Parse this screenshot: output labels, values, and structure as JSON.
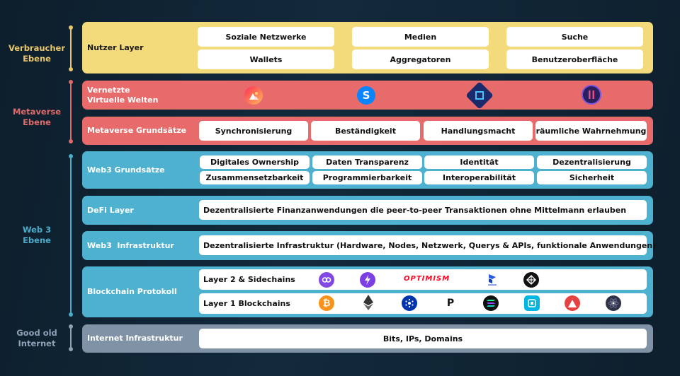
{
  "sidebar": {
    "consumer": "Verbraucher\nEbene",
    "metaverse": "Metaverse\nEbene",
    "web3": "Web 3\nEbene",
    "goodold": "Good old\nInternet"
  },
  "colors": {
    "yellow": "#f3da7a",
    "salmon": "#e76b6b",
    "blue": "#4eb1d0",
    "gray": "#8092a6",
    "consumer_label": "#e8c869",
    "metaverse_label": "#de6a6a",
    "web3_label": "#4aacca",
    "goodold_label": "#8ea1b6"
  },
  "user_layer": {
    "title": "Nutzer Layer",
    "items": [
      "Soziale Netzwerke",
      "Medien",
      "Suche",
      "Wallets",
      "Aggregatoren",
      "Benutzeroberfläche"
    ]
  },
  "virtual_worlds": {
    "title": "Vernetzte\nVirtuelle Welten",
    "icons": [
      "decentraland-icon",
      "sandbox-icon",
      "cryptovoxels-icon",
      "illuvium-icon"
    ]
  },
  "metaverse_principles": {
    "title": "Metaverse Grundsätze",
    "items": [
      "Synchronisierung",
      "Beständigkeit",
      "Handlungsmacht",
      "räumliche Wahrnehmung"
    ]
  },
  "web3_principles": {
    "title": "Web3 Grundsätze",
    "items": [
      "Digitales Ownership",
      "Daten Transparenz",
      "Identität",
      "Dezentralisierung",
      "Zusammensetzbarkeit",
      "Programmierbarkeit",
      "Interoperabilität",
      "Sicherheit"
    ]
  },
  "defi": {
    "title": "DeFi Layer",
    "text": "Dezentralisierte Finanzanwendungen die peer-to-peer Transaktionen ohne Mittelmann erlauben"
  },
  "web3_infra": {
    "title": "Web3  Infrastruktur",
    "text": "Dezentralisierte Infrastruktur (Hardware, Nodes, Netzwerk, Querys & APIs, funktionale Anwendungen)"
  },
  "blockchain": {
    "title": "Blockchain Protokoll",
    "layer2": {
      "label": "Layer 2 & Sidechains",
      "logos": [
        "polygon-icon",
        "lightning-icon",
        "optimism-logo",
        "paraswap-icon",
        "loopring-icon"
      ],
      "optimism_text": "OPTIMISM"
    },
    "layer1": {
      "label": "Layer 1 Blockchains",
      "logos": [
        "bitcoin-icon",
        "ethereum-icon",
        "cardano-icon",
        "polkadot-icon",
        "solana-icon",
        "flow-icon",
        "avalanche-icon",
        "cosmos-icon"
      ]
    }
  },
  "internet": {
    "title": "Internet Infrastruktur",
    "text": "Bits, IPs, Domains"
  }
}
